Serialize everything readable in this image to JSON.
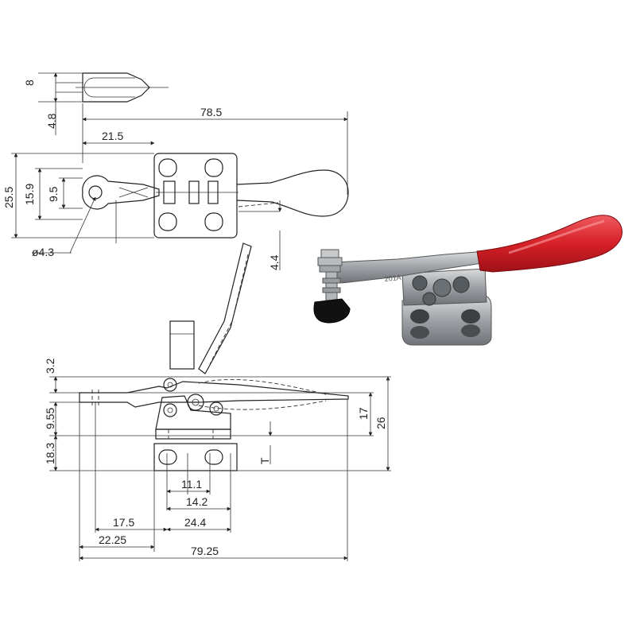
{
  "top_view": {
    "dim_8": "8",
    "dim_4_8": "4.8",
    "dim_78_5": "78.5",
    "dim_21_5": "21.5",
    "dim_25_5": "25.5",
    "dim_15_9": "15.9",
    "dim_9_5": "9.5",
    "dim_dia_4_3": "ø4.3",
    "dim_4_4": "4.4"
  },
  "side_view": {
    "dim_3_2": "3.2",
    "dim_9_55": "9.55",
    "dim_18_3": "18.3",
    "dim_17": "17",
    "dim_26": "26",
    "dim_T": "T",
    "dim_11_1": "11.1",
    "dim_14_2": "14.2",
    "dim_17_5": "17.5",
    "dim_24_4": "24.4",
    "dim_22_25": "22.25",
    "dim_79_25": "79.25"
  },
  "photo": {
    "handle_color": "#d62027",
    "metal_color": "#a9acb0",
    "model_marking": "201A"
  }
}
